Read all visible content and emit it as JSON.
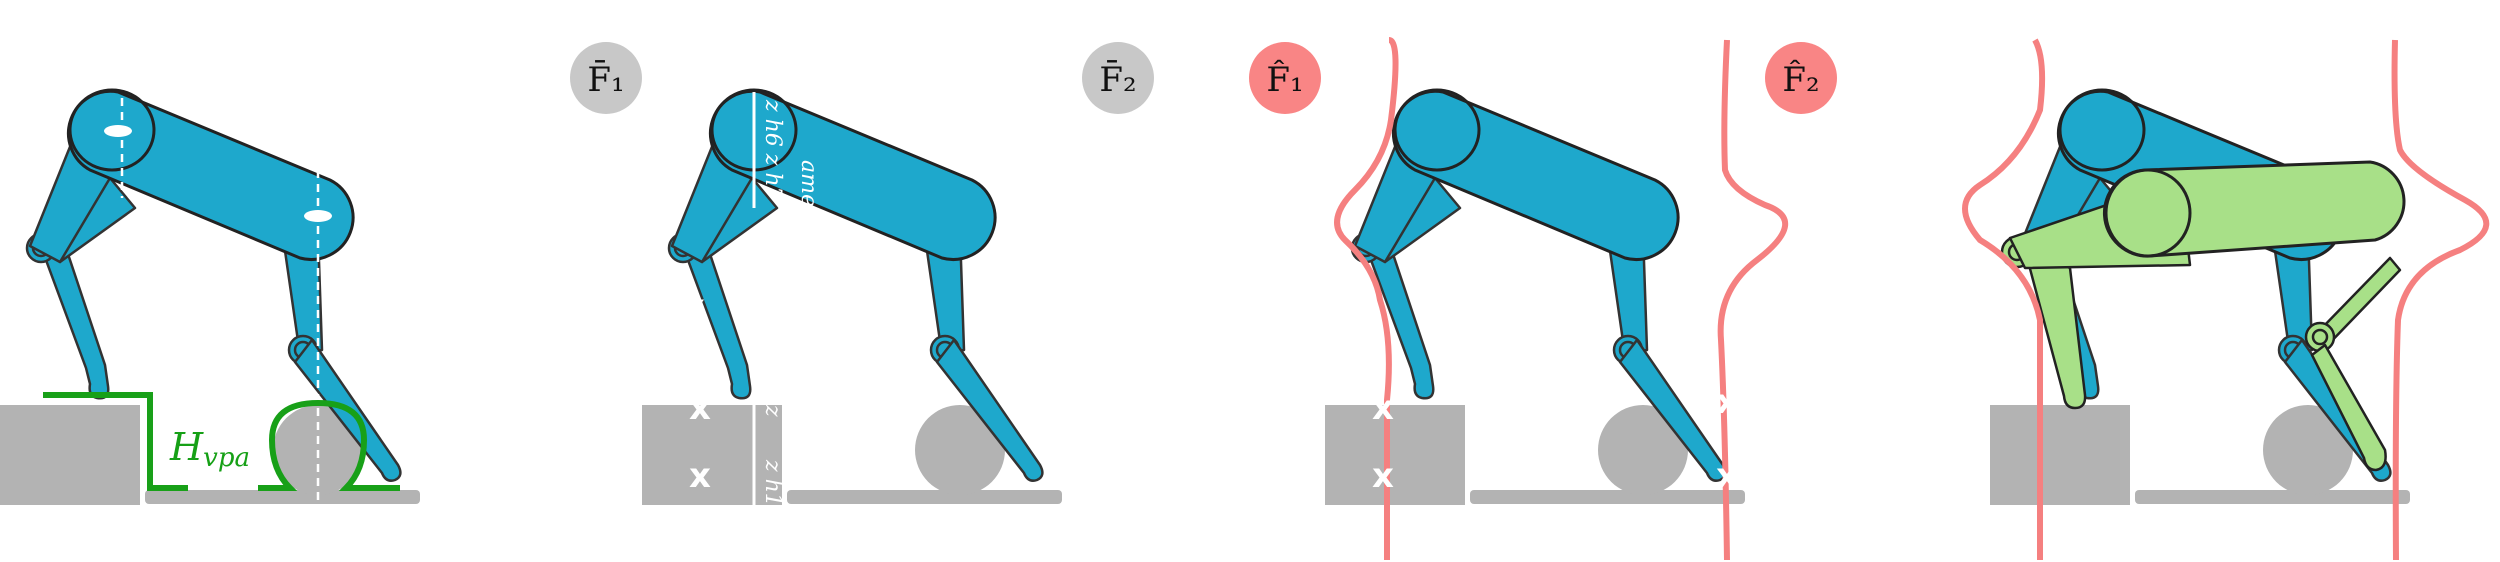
{
  "panels": [
    {
      "id": "p1",
      "label": ""
    },
    {
      "id": "p2",
      "label": "F̄₁"
    },
    {
      "id": "p3",
      "label": "F̄₂"
    },
    {
      "id": "p4",
      "label": "F̂₁"
    },
    {
      "id": "p5",
      "label": "F̂₂"
    }
  ],
  "labels": {
    "hvpa_main": "H",
    "hvpa_sub": "vpa",
    "z_h6_h7": "z h6  z h7",
    "frame_fragment": "ame)",
    "z": "z",
    "z_h1": "z h1",
    "x_mark": "x"
  },
  "colors": {
    "robot_blue": "#1ea8cc",
    "robot_stroke": "#333333",
    "ground_gray": "#b3b3b3",
    "label_gray": "#c8c8c8",
    "label_red": "#f98585",
    "hvpa_green": "#18a018",
    "light_green": "#a8e088",
    "dist_red": "#f58080"
  }
}
